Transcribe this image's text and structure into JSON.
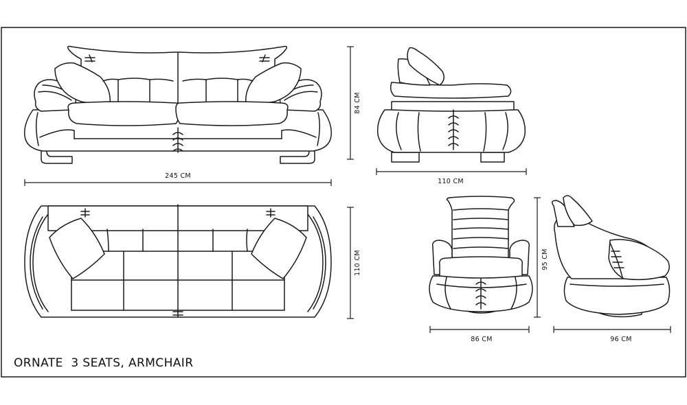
{
  "title": "ORNATE  3 SEATS, ARMCHAIR",
  "dimensions": {
    "sofa_front_width": "245 CM",
    "sofa_front_height": "84 CM",
    "sofa_side_depth": "110 CM",
    "sofa_top_depth": "110 CM",
    "armchair_front_height": "95 CM",
    "armchair_front_width": "86 CM",
    "armchair_side_depth": "96 CM"
  },
  "colors": {
    "line": "#1a1a1a",
    "background": "#ffffff"
  }
}
